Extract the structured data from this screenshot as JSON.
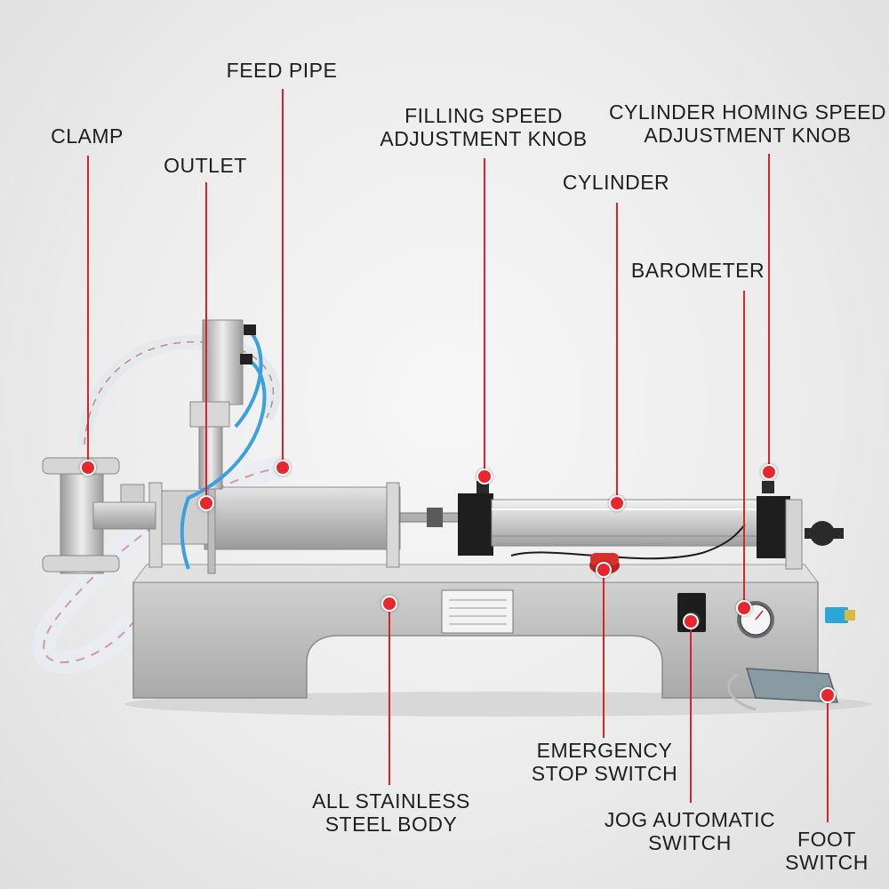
{
  "title": "",
  "colors": {
    "leader": "#d9232a",
    "dot": "#e8262d",
    "steel": "#c8c8c8",
    "background": "#ececec"
  },
  "labels": {
    "feed_pipe": {
      "lines": [
        "FEED PIPE"
      ]
    },
    "clamp": {
      "lines": [
        "CLAMP"
      ]
    },
    "outlet": {
      "lines": [
        "OUTLET"
      ]
    },
    "filling_speed_knob": {
      "lines": [
        "FILLING SPEED",
        "ADJUSTMENT KNOB"
      ]
    },
    "cylinder_homing_knob": {
      "lines": [
        "CYLINDER HOMING SPEED",
        "ADJUSTMENT KNOB"
      ]
    },
    "cylinder": {
      "lines": [
        "CYLINDER"
      ]
    },
    "barometer": {
      "lines": [
        "BAROMETER"
      ]
    },
    "emergency_stop": {
      "lines": [
        "EMERGENCY",
        "STOP SWITCH"
      ]
    },
    "stainless_body": {
      "lines": [
        "ALL STAINLESS",
        "STEEL BODY"
      ]
    },
    "jog_switch": {
      "lines": [
        "JOG AUTOMATIC",
        "SWITCH"
      ]
    },
    "foot_switch": {
      "lines": [
        "FOOT",
        "SWITCH"
      ]
    }
  }
}
